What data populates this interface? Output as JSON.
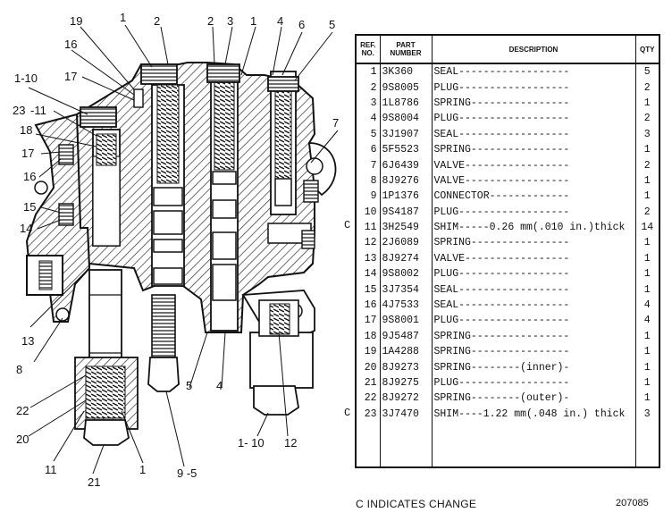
{
  "table": {
    "headers": {
      "ref": "REF. NO.",
      "part": "PART NUMBER",
      "desc": "DESCRIPTION",
      "qty": "QTY"
    },
    "rows": [
      {
        "ref": "1",
        "part": "3K360",
        "desc": "SEAL------------------",
        "qty": "5",
        "change": ""
      },
      {
        "ref": "2",
        "part": "9S8005",
        "desc": "PLUG------------------",
        "qty": "2",
        "change": ""
      },
      {
        "ref": "3",
        "part": "1L8786",
        "desc": "SPRING----------------",
        "qty": "1",
        "change": ""
      },
      {
        "ref": "4",
        "part": "9S8004",
        "desc": "PLUG------------------",
        "qty": "2",
        "change": ""
      },
      {
        "ref": "5",
        "part": "3J1907",
        "desc": "SEAL------------------",
        "qty": "3",
        "change": ""
      },
      {
        "ref": "6",
        "part": "5F5523",
        "desc": "SPRING----------------",
        "qty": "1",
        "change": ""
      },
      {
        "ref": "7",
        "part": "6J6439",
        "desc": "VALVE-----------------",
        "qty": "2",
        "change": ""
      },
      {
        "ref": "8",
        "part": "8J9276",
        "desc": "VALVE-----------------",
        "qty": "1",
        "change": ""
      },
      {
        "ref": "9",
        "part": "1P1376",
        "desc": "CONNECTOR-------------",
        "qty": "1",
        "change": ""
      },
      {
        "ref": "10",
        "part": "9S4187",
        "desc": "PLUG------------------",
        "qty": "2",
        "change": ""
      },
      {
        "ref": "11",
        "part": "3H2549",
        "desc": "SHIM-----0.26 mm(.010 in.)thick",
        "qty": "14",
        "change": "C"
      },
      {
        "ref": "12",
        "part": "2J6089",
        "desc": "SPRING----------------",
        "qty": "1",
        "change": ""
      },
      {
        "ref": "13",
        "part": "8J9274",
        "desc": "VALVE-----------------",
        "qty": "1",
        "change": ""
      },
      {
        "ref": "14",
        "part": "9S8002",
        "desc": "PLUG------------------",
        "qty": "1",
        "change": ""
      },
      {
        "ref": "15",
        "part": "3J7354",
        "desc": "SEAL------------------",
        "qty": "1",
        "change": ""
      },
      {
        "ref": "16",
        "part": "4J7533",
        "desc": "SEAL------------------",
        "qty": "4",
        "change": ""
      },
      {
        "ref": "17",
        "part": "9S8001",
        "desc": "PLUG------------------",
        "qty": "4",
        "change": ""
      },
      {
        "ref": "18",
        "part": "9J5487",
        "desc": "SPRING----------------",
        "qty": "1",
        "change": ""
      },
      {
        "ref": "19",
        "part": "1A4288",
        "desc": "SPRING----------------",
        "qty": "1",
        "change": ""
      },
      {
        "ref": "20",
        "part": "8J9273",
        "desc": "SPRING--------(inner)-",
        "qty": "1",
        "change": ""
      },
      {
        "ref": "21",
        "part": "8J9275",
        "desc": "PLUG------------------",
        "qty": "1",
        "change": ""
      },
      {
        "ref": "22",
        "part": "8J9272",
        "desc": "SPRING--------(outer)-",
        "qty": "1",
        "change": ""
      },
      {
        "ref": "23",
        "part": "3J7470",
        "desc": "SHIM----1.22 mm(.048 in.) thick",
        "qty": "3",
        "change": "C"
      }
    ]
  },
  "footer": {
    "note": "C INDICATES CHANGE",
    "drawing_number": "207085"
  },
  "callouts": [
    {
      "label": "19"
    },
    {
      "label": "1"
    },
    {
      "label": "2"
    },
    {
      "label": "2"
    },
    {
      "label": "3"
    },
    {
      "label": "1"
    },
    {
      "label": "4"
    },
    {
      "label": "6"
    },
    {
      "label": "5"
    },
    {
      "label": "16"
    },
    {
      "label": "17"
    },
    {
      "label": "1-10"
    },
    {
      "label": "23"
    },
    {
      "label": "-11"
    },
    {
      "label": "18"
    },
    {
      "label": "17"
    },
    {
      "label": "16"
    },
    {
      "label": "7"
    },
    {
      "label": "15"
    },
    {
      "label": "14"
    },
    {
      "label": "13"
    },
    {
      "label": "8"
    },
    {
      "label": "22"
    },
    {
      "label": "20"
    },
    {
      "label": "11"
    },
    {
      "label": "21"
    },
    {
      "label": "1"
    },
    {
      "label": "9 -5"
    },
    {
      "label": "5"
    },
    {
      "label": "4"
    },
    {
      "label": "1- 10"
    },
    {
      "label": "12"
    }
  ]
}
